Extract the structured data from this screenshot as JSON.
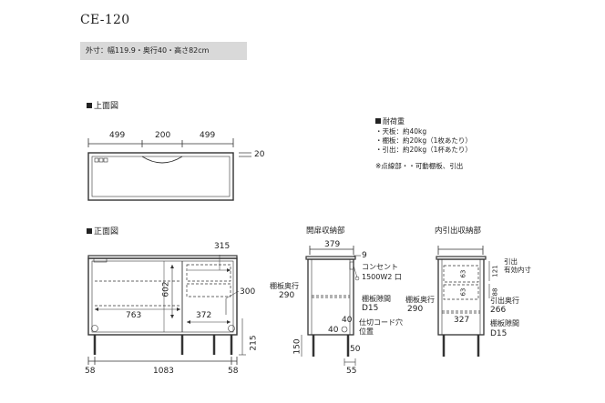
{
  "header": {
    "model": "CE-120",
    "spec": "外寸：幅119.9・奥行40・高さ82cm"
  },
  "top_view": {
    "title": "上面図",
    "dims": [
      "499",
      "200",
      "499",
      "20"
    ]
  },
  "load": {
    "title": "耐荷重",
    "items": [
      "・天板：約40kg",
      "・棚板：約20kg（1枚あたり）",
      "・引出：約20kg（1杯あたり）"
    ],
    "note": "※点線部・・可動棚板、引出"
  },
  "front_view": {
    "title": "正面図",
    "dims": [
      "315",
      "602",
      "300",
      "763",
      "372",
      "215",
      "58",
      "1083",
      "58"
    ]
  },
  "door_section": {
    "title": "開扉収納部",
    "dims": [
      "379",
      "9",
      "150",
      "40",
      "40",
      "50",
      "55"
    ],
    "labels": {
      "outlet": "コンセント",
      "outlet_spec": "1500W2 口",
      "shelf_depth": "棚板奥行",
      "shelf_depth_value": "290",
      "shelf_gap": "棚板隙間",
      "shelf_gap_value": "D15",
      "cord_hole": "仕切コード穴",
      "cord_hole_pos": "位置"
    }
  },
  "drawer_section": {
    "title": "内引出収納部",
    "dims": [
      "63",
      "63",
      "121",
      "88",
      "327"
    ],
    "labels": {
      "drawer": "引出",
      "effective_inner": "有効内寸",
      "shelf_depth": "棚板奥行",
      "shelf_depth_value": "290",
      "drawer_depth": "引出奥行",
      "drawer_depth_value": "266",
      "shelf_gap": "棚板隙間",
      "shelf_gap_value": "D15"
    }
  }
}
